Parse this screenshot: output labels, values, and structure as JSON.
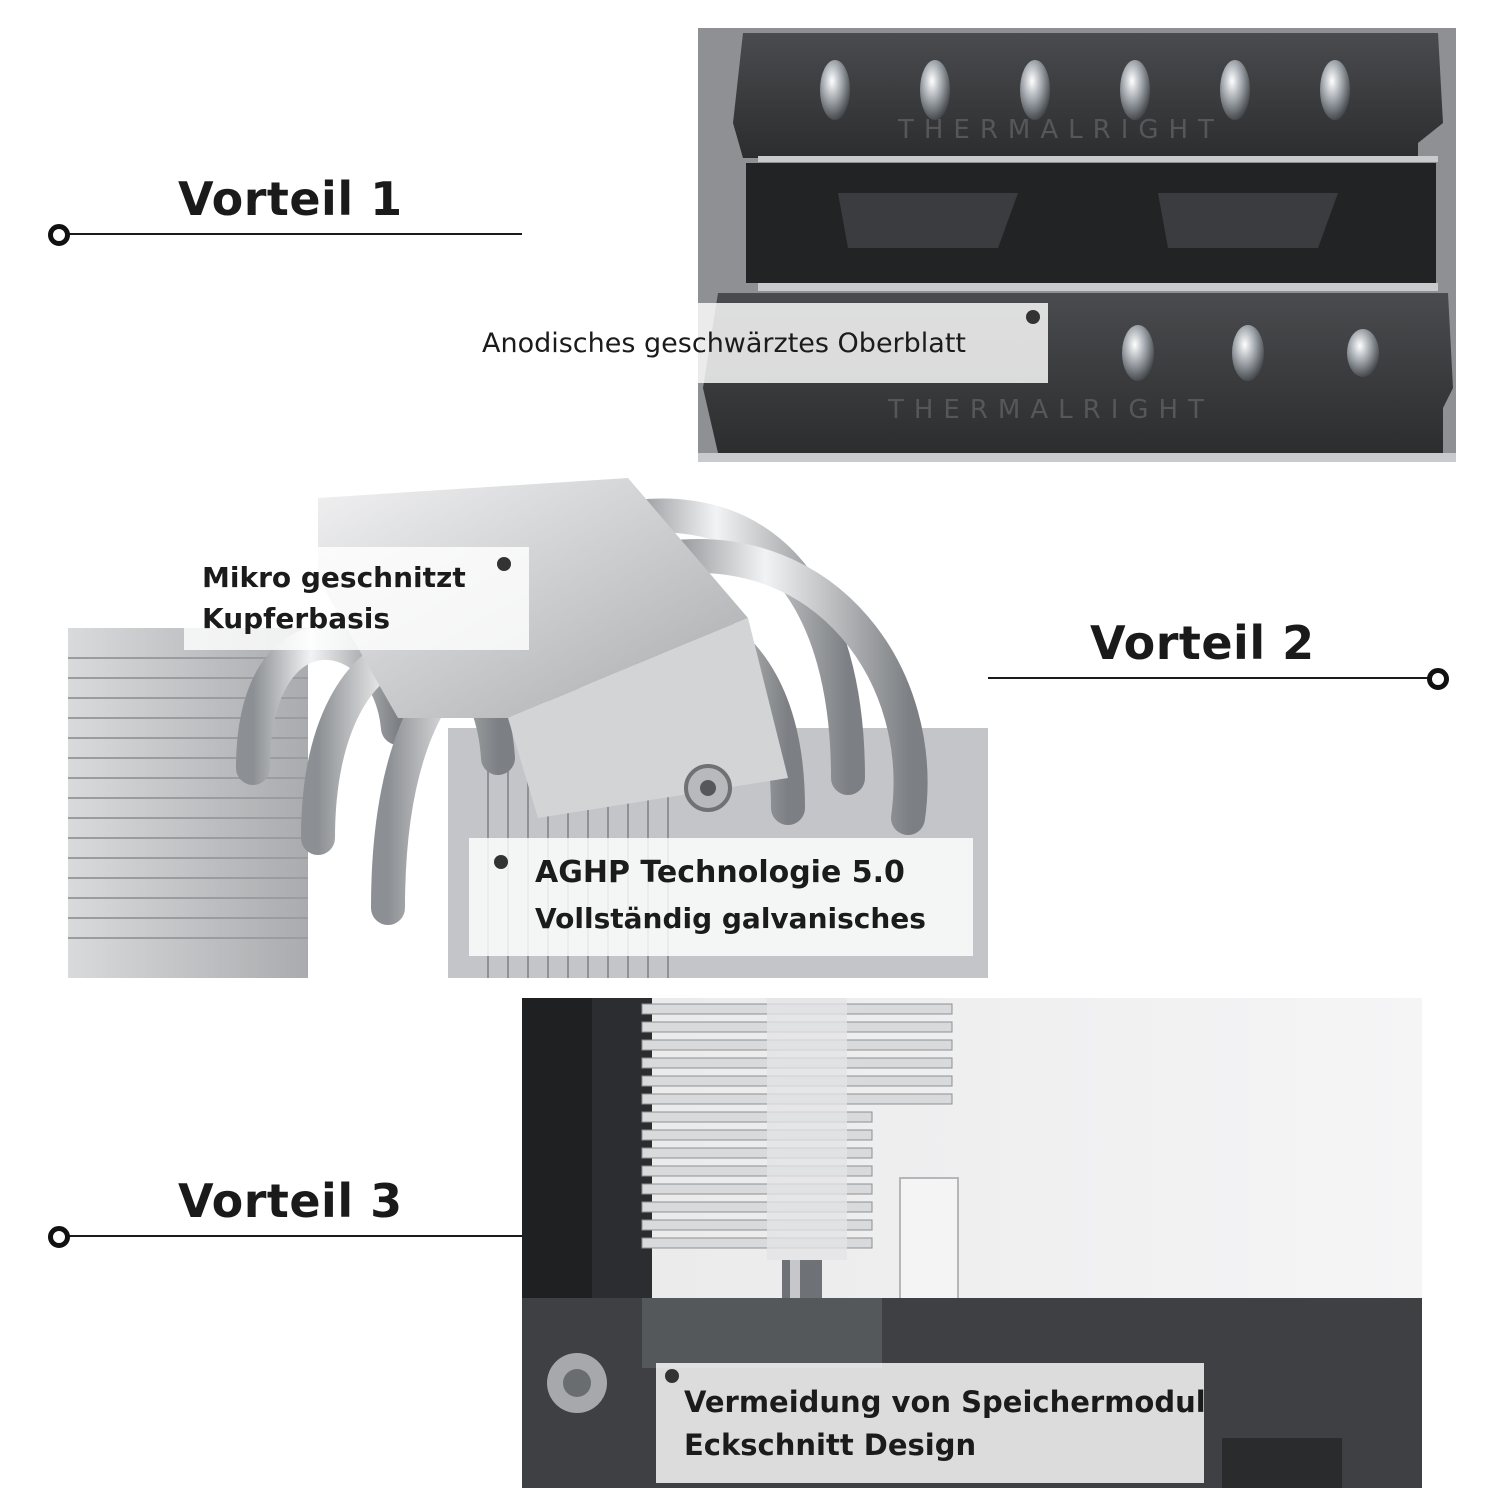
{
  "advantages": [
    {
      "heading": "Vorteil 1",
      "labels": [
        "Anodisches geschwärztes Oberblatt"
      ]
    },
    {
      "heading": "Vorteil 2",
      "labels": [
        {
          "line1": "Mikro geschnitzt",
          "line2": "Kupferbasis"
        },
        {
          "line1": "AGHP Technologie 5.0",
          "line2": "Vollständig galvanisches"
        }
      ]
    },
    {
      "heading": "Vorteil 3",
      "labels": [
        {
          "line1": "Vermeidung von Speichermodul",
          "line2": "Eckschnitt Design"
        }
      ]
    }
  ],
  "brand_watermark": "THERMALRIGHT",
  "colors": {
    "text": "#1a1a1a",
    "top_plate": "#3a3b3d",
    "metal": "#c9cbce"
  }
}
